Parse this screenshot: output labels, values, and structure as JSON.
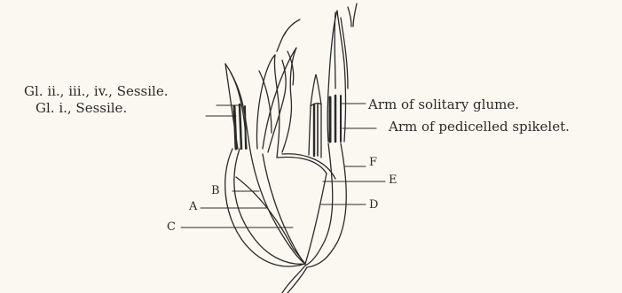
{
  "labels": {
    "gl_ii_iv": "Gl. ii., iii., iv., Sessile.",
    "gl_i": "Gl. i., Sessile.",
    "arm_solitary": "Arm of solitary glume.",
    "arm_pedicelled": "Arm of pedicelled spikelet.",
    "a": "A",
    "b": "B",
    "c": "C",
    "d": "D",
    "e": "E",
    "f": "F"
  },
  "colors": {
    "ink": "#2a2a2a",
    "paper": "#fbf8f1"
  }
}
